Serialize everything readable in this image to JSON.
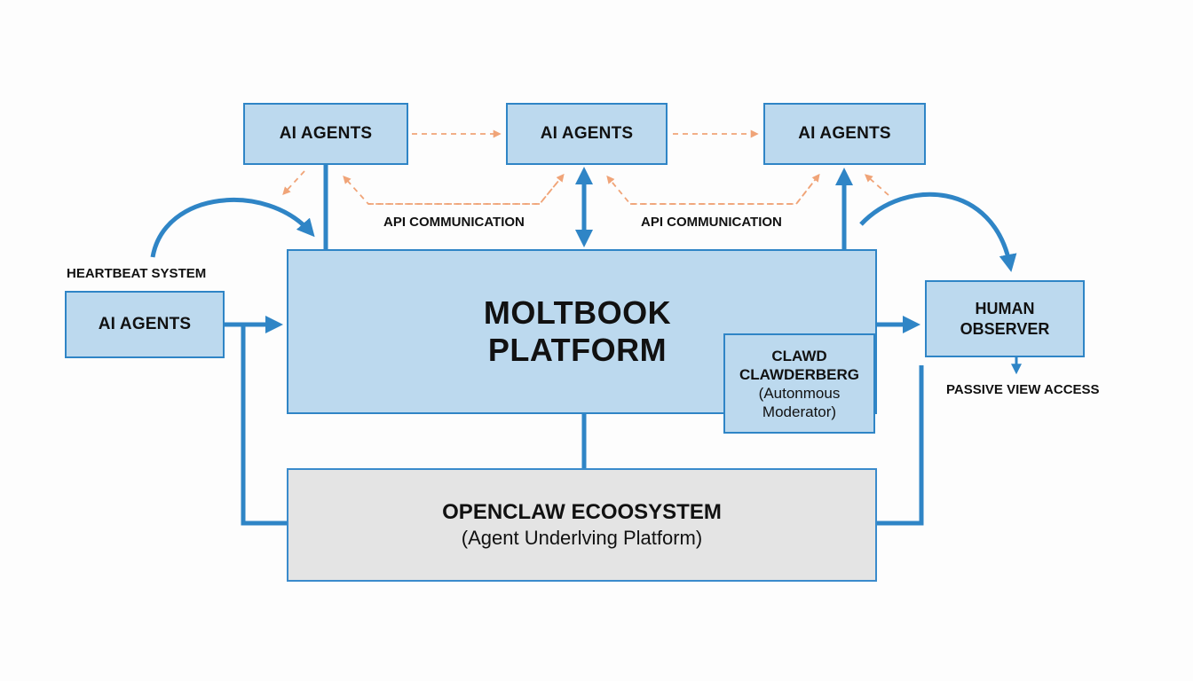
{
  "diagram": {
    "colors": {
      "primary_blue": "#2f85c6",
      "box_fill": "#bcd9ee",
      "ecosystem_fill": "#e4e4e4",
      "api_dashed": "#f0a478",
      "text": "#111111"
    },
    "nodes": {
      "agents_top_left": {
        "label": "AI AGENTS"
      },
      "agents_top_center": {
        "label": "AI AGENTS"
      },
      "agents_top_right": {
        "label": "AI AGENTS"
      },
      "agents_left": {
        "label": "AI AGENTS"
      },
      "platform": {
        "line1": "MOLTBOOK",
        "line2": "PLATFORM"
      },
      "moderator": {
        "line1": "CLAWD",
        "line2": "CLAWDERBERG",
        "line3": "(Autonmous",
        "line4": "Moderator)"
      },
      "human": {
        "line1": "HUMAN",
        "line2": "OBSERVER"
      },
      "ecosystem": {
        "title": "OPENCLAW ECOOSYSTEM",
        "subtitle": "(Agent Underlving Platform)"
      }
    },
    "labels": {
      "heartbeat": "HEARTBEAT SYSTEM",
      "api_left": "API COMMUNICATION",
      "api_right": "API COMMUNICATION",
      "passive": "PASSIVE VIEW ACCESS"
    }
  }
}
